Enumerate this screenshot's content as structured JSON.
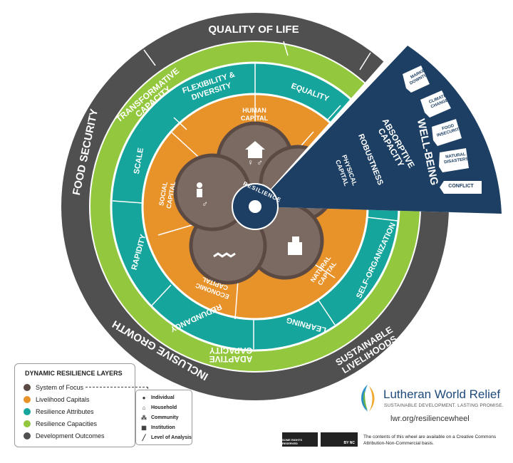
{
  "outcomes": {
    "top": "QUALITY OF LIFE",
    "left": "FOOD SECURITY",
    "right": "WELL-BEING",
    "bottom_left": "INCLUSIVE GROWTH",
    "bottom_right": "SUSTAINABLE LIVELIHOODS"
  },
  "capacities": {
    "transformative": "TRANSFORMATIVE CAPACITY",
    "absorptive": "ABSORPTIVE CAPACITY",
    "adaptive": "ADAPTIVE CAPACITY"
  },
  "attributes": {
    "flexibility": "FLEXIBILITY & DIVERSITY",
    "equality": "EQUALITY",
    "robustness": "ROBUSTNESS",
    "self_org": "SELF-ORGANIZATION",
    "learning": "LEARNING",
    "redundancy": "REDUNDANCY",
    "rapidity": "RAPIDITY",
    "scale": "SCALE"
  },
  "capitals": {
    "human": "HUMAN CAPITAL",
    "physical": "PHYSICAL CAPITAL",
    "natural": "NATURAL CAPITAL",
    "economic": "ECONOMIC CAPITAL",
    "social": "SOCIAL CAPITAL"
  },
  "center": "RESILIENCE",
  "shocks": {
    "title": "SHOCKS & STRESSORS",
    "items": [
      "MARKET DOWNTURN",
      "CLIMATE CHANGE",
      "FOOD INSECURITY",
      "NATURAL DISASTERS",
      "CONFLICT"
    ]
  },
  "legend": {
    "title": "DYNAMIC RESILIENCE LAYERS",
    "items": [
      {
        "label": "System of Focus",
        "color": "#5b4a43"
      },
      {
        "label": "Livelihood Capitals",
        "color": "#e8922a"
      },
      {
        "label": "Resilience Attributes",
        "color": "#16a59c"
      },
      {
        "label": "Resilience Capacities",
        "color": "#93c83e"
      },
      {
        "label": "Development Outcomes",
        "color": "#505050"
      }
    ]
  },
  "system_of_focus": {
    "items": [
      {
        "label": "Individual",
        "icon": "person-icon"
      },
      {
        "label": "Household",
        "icon": "house-icon"
      },
      {
        "label": "Community",
        "icon": "people-icon"
      },
      {
        "label": "Institution",
        "icon": "building-icon"
      },
      {
        "label": "Level of Analysis",
        "icon": "slash-icon"
      }
    ]
  },
  "branding": {
    "name": "Lutheran World Relief",
    "tagline": "SUSTAINABLE DEVELOPMENT. LASTING PROMISE.",
    "url": "lwr.org/resiliencewheel",
    "cc_note": "The contents of this wheel are available on a Creative Commons Attribution-Non-Commercial basis.",
    "cc_badge1": "SOME RIGHTS RESERVED",
    "cc_badge2": "BY NC"
  },
  "colors": {
    "outcomes": "#505050",
    "capacities": "#93c83e",
    "attributes": "#16a59c",
    "capitals": "#e8922a",
    "core": "#7a6a62",
    "core_stroke": "#5b4a43",
    "shocks": "#1d3f63"
  }
}
